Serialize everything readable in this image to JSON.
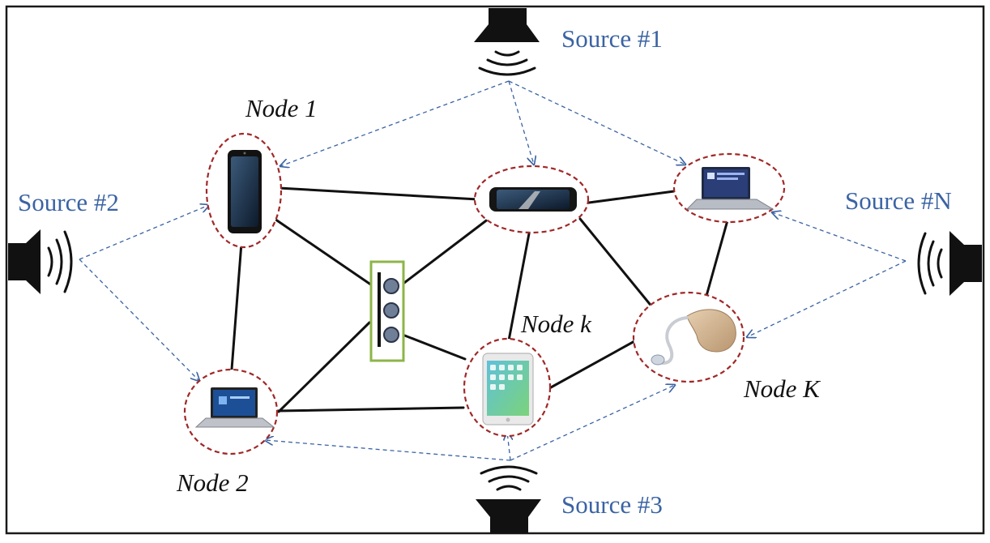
{
  "colors": {
    "frame": "#1a1a1a",
    "link": "#111111",
    "acoustic_link": "#3a63a3",
    "node_ring": "#a02828",
    "source_label": "#3a63a3",
    "node_label": "#111111",
    "array_box": "#8db548",
    "mic": "#6f7f97"
  },
  "sources": [
    {
      "id": "1",
      "prefix": "S",
      "rest": "ource #1",
      "icon": "speaker-pointing-down-icon"
    },
    {
      "id": "2",
      "prefix": "S",
      "rest": "ource #2",
      "icon": "speaker-pointing-right-icon"
    },
    {
      "id": "3",
      "prefix": "S",
      "rest": "ource #3",
      "icon": "speaker-pointing-up-icon"
    },
    {
      "id": "N",
      "prefix": "S",
      "rest": "ource #",
      "suffix": "N",
      "icon": "speaker-pointing-left-icon"
    }
  ],
  "nodes": [
    {
      "id": "node-1",
      "label": "Node 1",
      "device": "smartphone-icon"
    },
    {
      "id": "node-2",
      "label": "Node 2",
      "device": "laptop-icon"
    },
    {
      "id": "node-k",
      "label": "Node k",
      "device": "tablet-icon"
    },
    {
      "id": "node-K",
      "label": "Node K",
      "device": "hearing-aid-icon"
    },
    {
      "id": "node-top",
      "label": "",
      "device": "smartphone-landscape-icon"
    },
    {
      "id": "node-right",
      "label": "",
      "device": "laptop-icon"
    }
  ],
  "array": {
    "device": "microphone-array-icon",
    "mic_count": 3
  }
}
